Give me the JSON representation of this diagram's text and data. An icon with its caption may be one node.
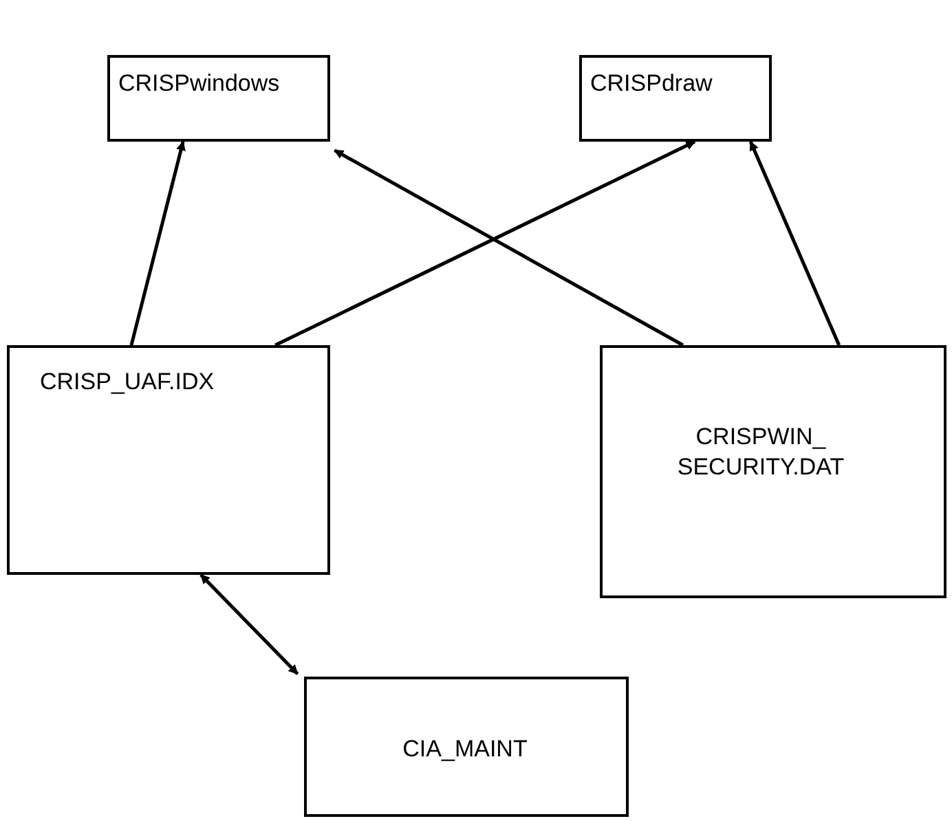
{
  "diagram": {
    "nodes": [
      {
        "text": [
          "CRISPwindows"
        ]
      },
      {
        "text": [
          "CRISPdraw"
        ]
      },
      {
        "text": [
          "CRISP_UAF.IDX"
        ]
      },
      {
        "text": [
          "CRISPWIN_ SECURITY.DAT"
        ]
      },
      {
        "text": [
          "CIA_MAINT"
        ]
      }
    ],
    "edges": [
      {
        "from": 2,
        "to": 0,
        "arrow": "to"
      },
      {
        "from": 2,
        "to": 1,
        "arrow": "to"
      },
      {
        "from": 3,
        "to": 0,
        "arrow": "to"
      },
      {
        "from": 3,
        "to": 1,
        "arrow": "to"
      },
      {
        "from": 2,
        "to": 4,
        "arrow": "both"
      }
    ]
  }
}
